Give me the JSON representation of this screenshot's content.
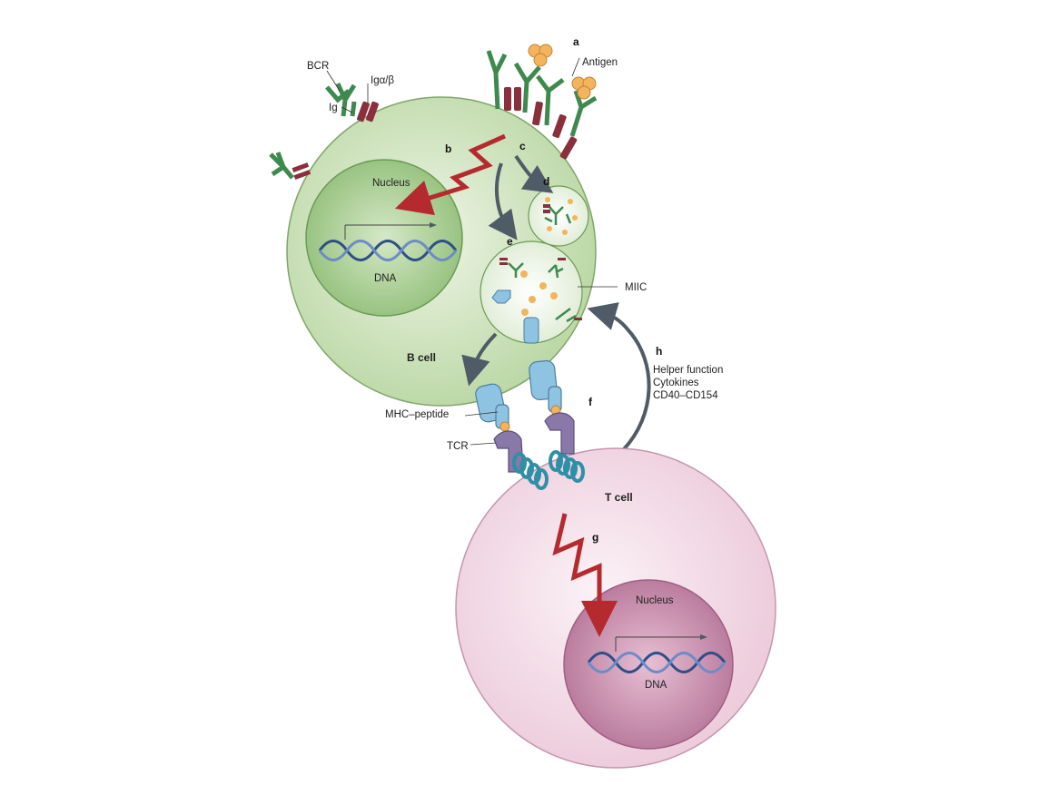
{
  "labels": {
    "bcr": "BCR",
    "ig_alpha_beta": "Igα/β",
    "ig": "Ig",
    "antigen": "Antigen",
    "nucleus_b": "Nucleus",
    "dna_b": "DNA",
    "miic": "MIIC",
    "b_cell": "B cell",
    "helper_function": "Helper function",
    "cytokines": "Cytokines",
    "cd40": "CD40–CD154",
    "mhc_peptide": "MHC–peptide",
    "tcr": "TCR",
    "t_cell": "T cell",
    "nucleus_t": "Nucleus",
    "dna_t": "DNA"
  },
  "steps": {
    "a": "a",
    "b": "b",
    "c": "c",
    "d": "d",
    "e": "e",
    "f": "f",
    "g": "g",
    "h": "h"
  },
  "colors": {
    "b_cell_fill": "#cfe3bd",
    "b_nucleus_fill": "#a7cc8f",
    "t_cell_fill": "#f3dde8",
    "t_nucleus_fill": "#c98fb0",
    "receptor_green": "#3e8a4e",
    "ig_ab_maroon": "#8a2f3c",
    "antigen_orange": "#f2b45e",
    "signal_red": "#b52a2e",
    "arrow_grey": "#4f5b66",
    "mhc_blue": "#8fc3e2",
    "tcr_purple": "#8a78a8",
    "cd3_teal": "#2f8fa6"
  }
}
